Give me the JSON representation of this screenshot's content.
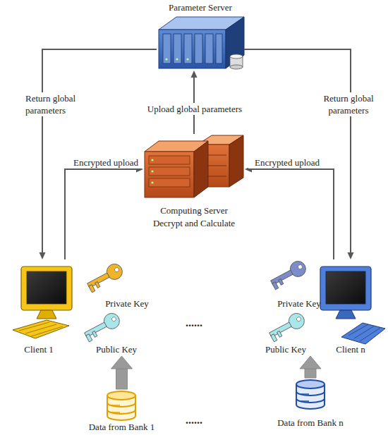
{
  "diagram": {
    "nodes": [
      {
        "text": [
          "Parameter Server"
        ]
      },
      {
        "text": [
          "Computing Server",
          "Decrypt and Calculate"
        ]
      },
      {
        "text": [
          "Client 1"
        ]
      },
      {
        "text": [
          "Client n"
        ]
      },
      {
        "text": [
          "Data from Bank 1"
        ]
      },
      {
        "text": [
          "Data from Bank n"
        ]
      }
    ],
    "edges": [
      {
        "from": 1,
        "to": 0,
        "arrow": "to",
        "label": "Upload global parameters"
      },
      {
        "from": 0,
        "to": 2,
        "arrow": "to",
        "label": "Return global parameters"
      },
      {
        "from": 0,
        "to": 3,
        "arrow": "to",
        "label": "Return global parameters"
      },
      {
        "from": 2,
        "to": 1,
        "arrow": "to",
        "label": "Encrypted upload"
      },
      {
        "from": 3,
        "to": 1,
        "arrow": "to",
        "label": "Encrypted upload"
      },
      {
        "from": 4,
        "to": 2,
        "arrow": "to"
      },
      {
        "from": 5,
        "to": 3,
        "arrow": "to"
      }
    ],
    "labels": [
      "Private Key",
      "......",
      "Private Key",
      "Public Key",
      "Public Key",
      "......"
    ]
  }
}
